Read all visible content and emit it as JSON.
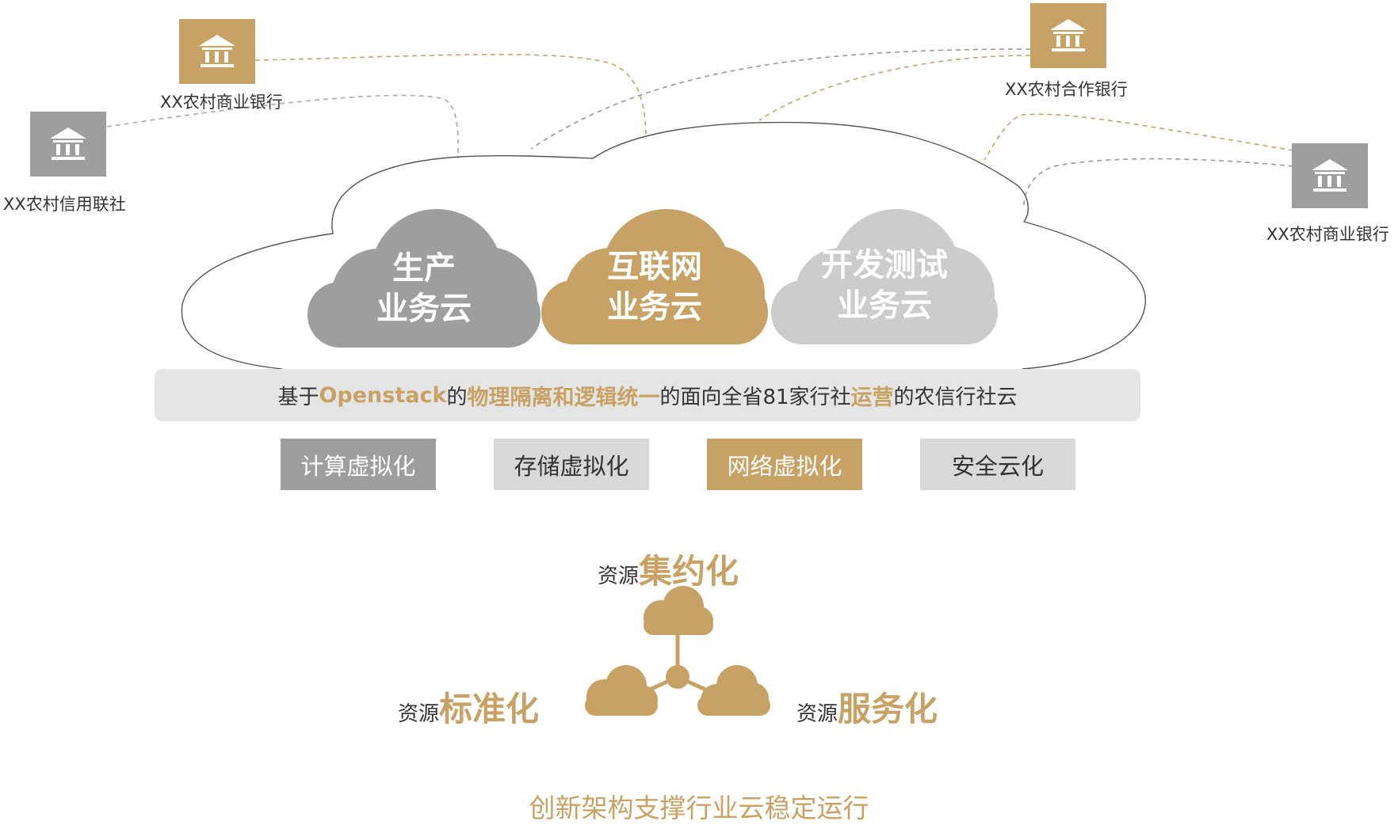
{
  "banks": [
    {
      "name": "XX农村商业银行",
      "color": "gold"
    },
    {
      "name": "XX农村合作银行",
      "color": "gold"
    },
    {
      "name": "XX农村信用联社",
      "color": "gray"
    },
    {
      "name": "XX农村商业银行",
      "color": "gray"
    }
  ],
  "clouds": [
    {
      "line1": "生产",
      "line2": "业务云",
      "color": "#9E9E9E"
    },
    {
      "line1": "互联网",
      "line2": "业务云",
      "color": "#C8A264"
    },
    {
      "line1": "开发测试",
      "line2": "业务云",
      "color": "#CCCCCC"
    }
  ],
  "tagline": {
    "part1": "基于",
    "part2": "Openstack",
    "part3": "的",
    "part4": "物理隔离和逻辑统一",
    "part5": "的面向全省81家行社",
    "part6": "运营",
    "part7": "的农信行社云"
  },
  "tech": [
    "计算虚拟化",
    "存储虚拟化",
    "网络虚拟化",
    "安全云化"
  ],
  "resources": {
    "prefix": "资源",
    "top": "集约化",
    "left": "标准化",
    "right": "服务化"
  },
  "footer": "创新架构支撑行业云稳定运行",
  "colors": {
    "gold": "#C8A264",
    "gray": "#9E9E9E",
    "light_gray": "#D9D9D9",
    "bar": "#E5E5E5"
  },
  "icons": {
    "bank": "bank-building-icon",
    "cloud": "cloud-icon"
  }
}
